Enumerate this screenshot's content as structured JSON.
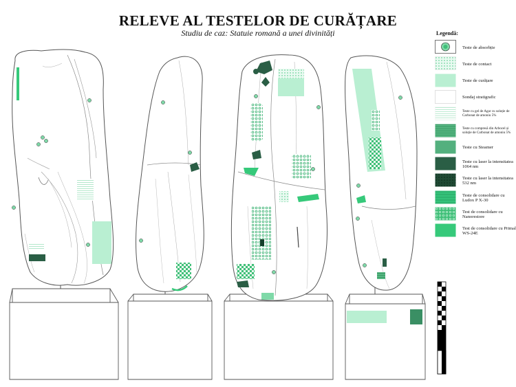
{
  "header": {
    "title": "RELEVE AL TESTELOR DE CURĂȚARE",
    "subtitle": "Studiu de caz: Statuie romană a unei divinități"
  },
  "legend": {
    "title": "Legendă:",
    "items": [
      {
        "label": "Teste de absorbție",
        "pattern": "absorption-dot",
        "small": false
      },
      {
        "label": "Teste de contact",
        "pattern": "contact-pattern",
        "small": false
      },
      {
        "label": "Teste de curățare",
        "pattern": "cleaning-fill",
        "small": false
      },
      {
        "label": "Sondaj stratigrafic",
        "pattern": "stratigraphic-outline",
        "small": false
      },
      {
        "label": "Teste cu gel de Agar cu soluție de Carbonat de amoniu 5%",
        "pattern": "agar-lines",
        "small": true
      },
      {
        "label": "Teste cu compresă din Arbocel și soluție de Carbonat de amoniu 5%",
        "pattern": "arbocel-lines",
        "small": true
      },
      {
        "label": "Teste cu Steamer",
        "pattern": "steamer-fill",
        "small": false
      },
      {
        "label": "Teste cu laser la intensitatea 1064 nm",
        "pattern": "laser-1064-fill",
        "small": false
      },
      {
        "label": "Teste cu laser la intensitatea 532 nm",
        "pattern": "laser-532-pattern",
        "small": false
      },
      {
        "label": "Teste de consolidare cu Ludox P X-30",
        "pattern": "ludox-pattern",
        "small": false
      },
      {
        "label": "Test de consolidare cu Nanorestore",
        "pattern": "nanorestore-pattern",
        "small": false
      },
      {
        "label": "Test de consolidare cu Primal WS-24E",
        "pattern": "primal-fill",
        "small": false
      }
    ]
  },
  "colors": {
    "outline": "#555555",
    "light_green": "#b9efd2",
    "mid_green": "#7fd9a8",
    "green": "#3fbf78",
    "bright_green": "#36c97a",
    "dark_green": "#2a5e45",
    "very_dark_green": "#17402c"
  }
}
